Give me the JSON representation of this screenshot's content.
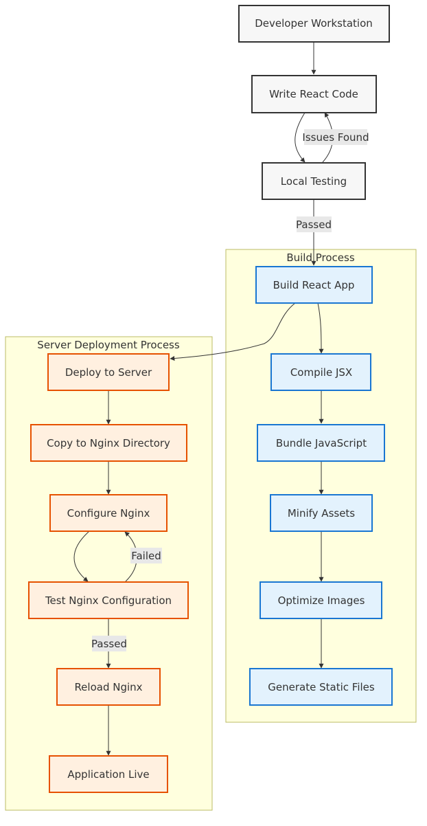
{
  "colors": {
    "neutral_fill": "#f7f7f7",
    "neutral_stroke": "#333333",
    "build_fill": "#e3f2fd",
    "build_stroke": "#1976d2",
    "deploy_fill": "#fff0e0",
    "deploy_stroke": "#e65100",
    "cluster_fill": "#ffffde",
    "cluster_stroke": "#bbbb66",
    "edge": "#333333",
    "edge_label_bg": "#e8e8e8"
  },
  "clusters": {
    "build": {
      "title": "Build Process"
    },
    "deploy": {
      "title": "Server Deployment Process"
    }
  },
  "nodes": {
    "dev": {
      "label": "Developer Workstation"
    },
    "write": {
      "label": "Write React Code"
    },
    "local": {
      "label": "Local Testing"
    },
    "build": {
      "label": "Build React App"
    },
    "jsx": {
      "label": "Compile JSX"
    },
    "bundle": {
      "label": "Bundle JavaScript"
    },
    "minify": {
      "label": "Minify Assets"
    },
    "optimize": {
      "label": "Optimize Images"
    },
    "static": {
      "label": "Generate Static Files"
    },
    "deploy": {
      "label": "Deploy to Server"
    },
    "copy": {
      "label": "Copy to Nginx Directory"
    },
    "configure": {
      "label": "Configure Nginx"
    },
    "test": {
      "label": "Test Nginx Configuration"
    },
    "reload": {
      "label": "Reload Nginx"
    },
    "live": {
      "label": "Application Live"
    }
  },
  "edge_labels": {
    "issues": "Issues Found",
    "passed_local": "Passed",
    "failed": "Failed",
    "passed_test": "Passed"
  }
}
